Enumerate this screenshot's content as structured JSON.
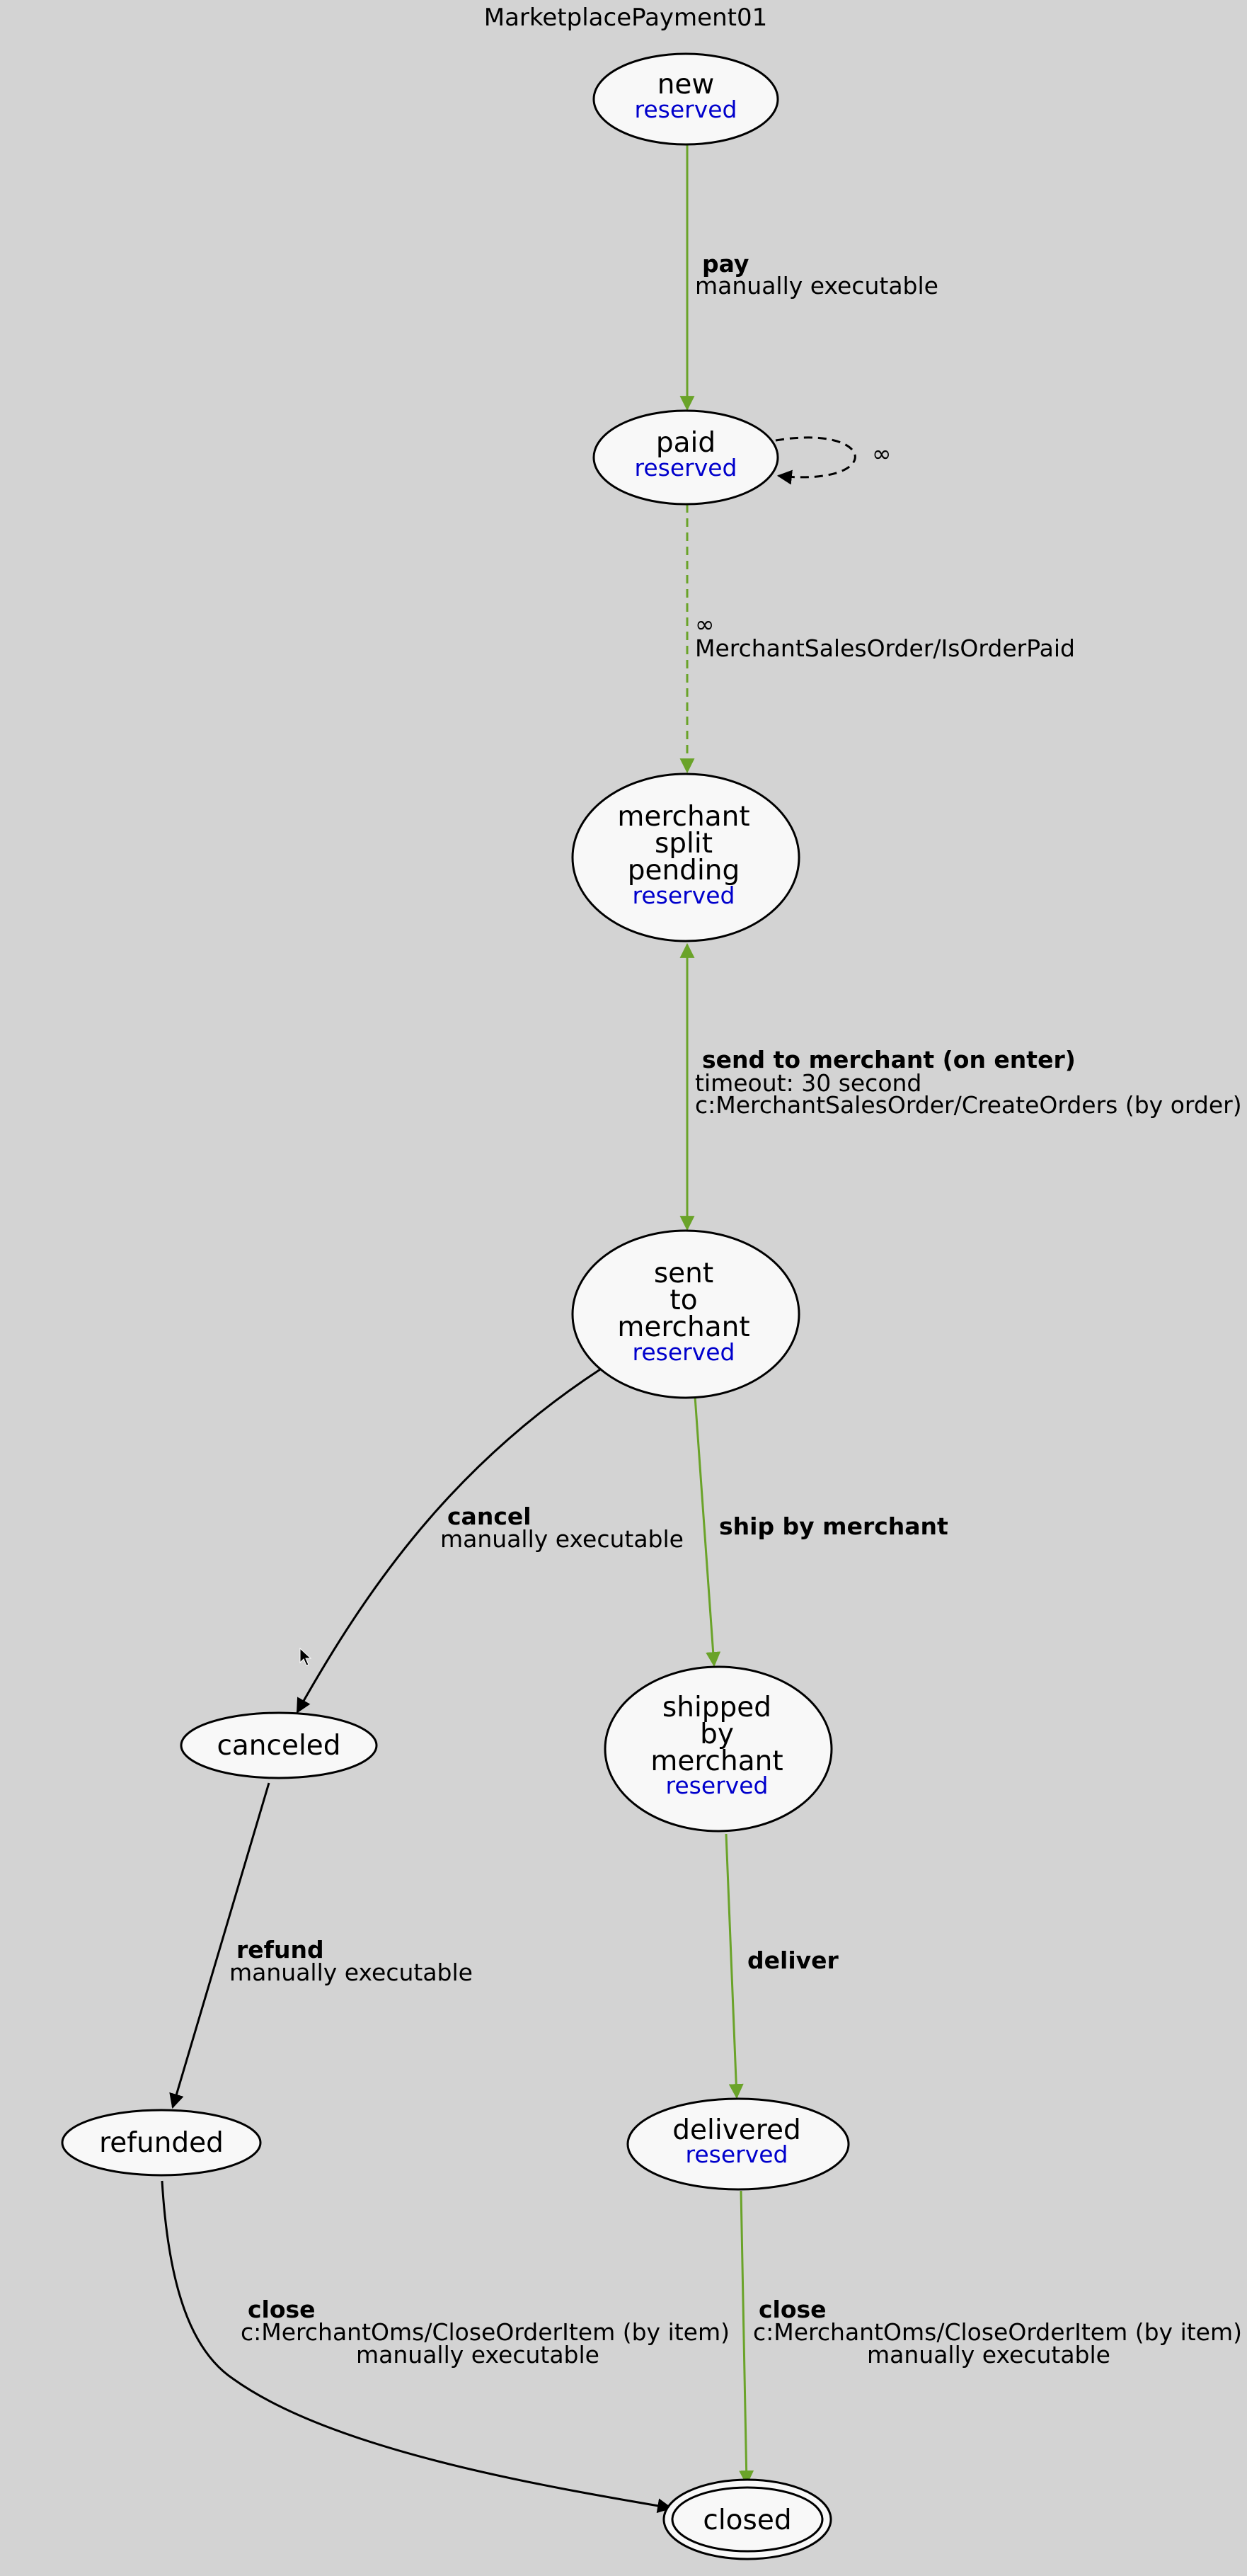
{
  "title": "MarketplacePayment01",
  "nodes": {
    "new": {
      "lines": [
        "new"
      ],
      "sub": "reserved"
    },
    "paid": {
      "lines": [
        "paid"
      ],
      "sub": "reserved"
    },
    "msp": {
      "lines": [
        "merchant",
        "split",
        "pending"
      ],
      "sub": "reserved"
    },
    "stm": {
      "lines": [
        "sent",
        "to",
        "merchant"
      ],
      "sub": "reserved"
    },
    "canceled": {
      "lines": [
        "canceled"
      ],
      "sub": ""
    },
    "sbm": {
      "lines": [
        "shipped",
        "by",
        "merchant"
      ],
      "sub": "reserved"
    },
    "refunded": {
      "lines": [
        "refunded"
      ],
      "sub": ""
    },
    "delivered": {
      "lines": [
        "delivered"
      ],
      "sub": "reserved"
    },
    "closed": {
      "lines": [
        "closed"
      ],
      "sub": ""
    }
  },
  "edges": {
    "pay": {
      "bold": "pay",
      "lines": [
        "manually executable"
      ]
    },
    "paid_loop": {
      "bold": "",
      "lines": [
        "∞"
      ]
    },
    "is_paid": {
      "bold": "",
      "lines": [
        "∞",
        "MerchantSalesOrder/IsOrderPaid"
      ]
    },
    "send": {
      "bold": "send to merchant (on enter)",
      "lines": [
        "timeout: 30 second",
        "c:MerchantSalesOrder/CreateOrders (by order)"
      ]
    },
    "cancel": {
      "bold": "cancel",
      "lines": [
        "manually executable"
      ]
    },
    "ship": {
      "bold": "ship by merchant",
      "lines": []
    },
    "refund": {
      "bold": "refund",
      "lines": [
        "manually executable"
      ]
    },
    "deliver": {
      "bold": "deliver",
      "lines": []
    },
    "close_left": {
      "bold": "close",
      "lines": [
        "c:MerchantOms/CloseOrderItem (by item)",
        "manually executable"
      ]
    },
    "close_right": {
      "bold": "close",
      "lines": [
        "c:MerchantOms/CloseOrderItem (by item)",
        "manually executable"
      ]
    }
  },
  "colors": {
    "background": "#d3d3d3",
    "node_fill": "#f8f8f8",
    "happy_path_edge": "#6aa329",
    "default_edge": "#000000",
    "reserved_text": "#0000cc"
  }
}
